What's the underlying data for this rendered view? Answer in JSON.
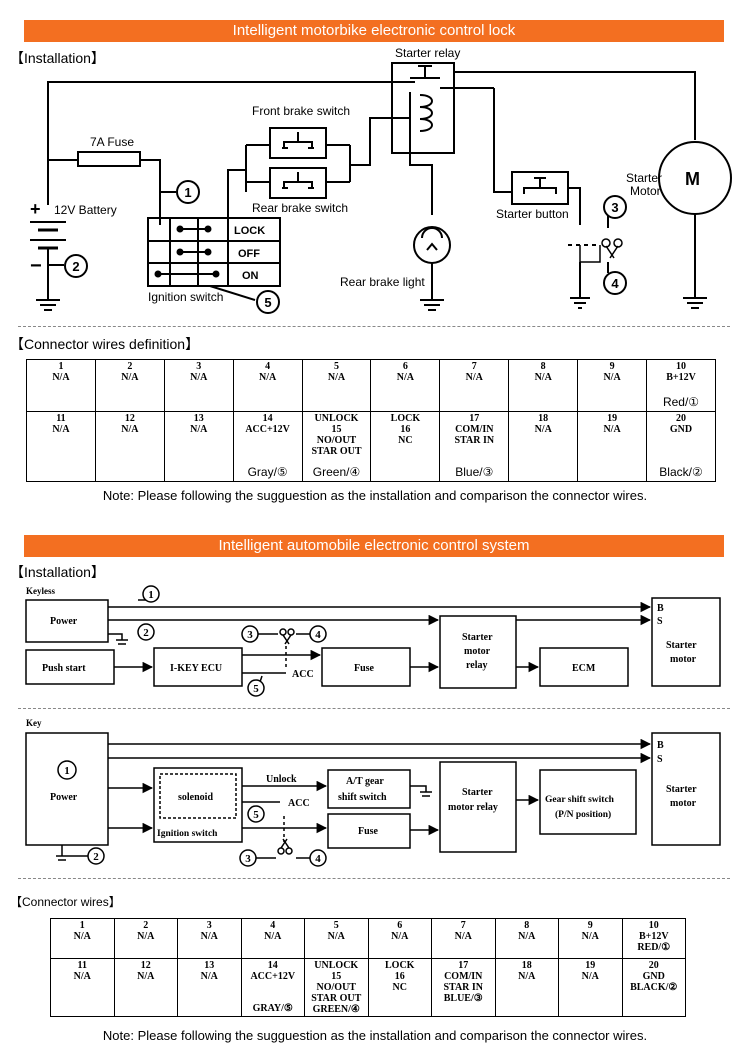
{
  "colors": {
    "banner": "#f36f21",
    "line": "#000000"
  },
  "moto": {
    "title": "Intelligent motorbike electronic control lock",
    "installation": "【Installation】",
    "labels": {
      "starter_relay": "Starter relay",
      "fuse": "7A Fuse",
      "battery": "12V Battery",
      "plus": "+",
      "minus": "−",
      "front_brake": "Front brake switch",
      "rear_brake": "Rear brake switch",
      "starter_button": "Starter button",
      "starter_motor_1": "Starter",
      "starter_motor_2": "Motor",
      "motor_m": "M",
      "rear_brake_light": "Rear brake light",
      "ignition_switch": "Ignition switch",
      "lock": "LOCK",
      "off": "OFF",
      "on": "ON"
    },
    "markers": {
      "m1": "1",
      "m2": "2",
      "m3": "3",
      "m4": "4",
      "m5": "5"
    },
    "wires_heading": "【Connector wires definition】",
    "table": [
      [
        {
          "l": [
            "1",
            "N/A"
          ]
        },
        {
          "l": [
            "2",
            "N/A"
          ]
        },
        {
          "l": [
            "3",
            "N/A"
          ]
        },
        {
          "l": [
            "4",
            "N/A"
          ]
        },
        {
          "l": [
            "5",
            "N/A"
          ]
        },
        {
          "l": [
            "6",
            "N/A"
          ]
        },
        {
          "l": [
            "7",
            "N/A"
          ]
        },
        {
          "l": [
            "8",
            "N/A"
          ]
        },
        {
          "l": [
            "9",
            "N/A"
          ]
        },
        {
          "l": [
            "10",
            "B+12V"
          ],
          "c": "Red/①"
        }
      ],
      [
        {
          "l": [
            "11",
            "N/A"
          ]
        },
        {
          "l": [
            "12",
            "N/A"
          ]
        },
        {
          "l": [
            "13",
            "N/A"
          ]
        },
        {
          "l": [
            "14",
            "ACC+12V"
          ],
          "c": "Gray/⑤"
        },
        {
          "l": [
            "UNLOCK",
            "15",
            "NO/OUT",
            "STAR OUT"
          ],
          "c": "Green/④"
        },
        {
          "l": [
            "LOCK",
            "16",
            "NC"
          ]
        },
        {
          "l": [
            "17",
            "COM/IN",
            "STAR IN"
          ],
          "c": "Blue/③"
        },
        {
          "l": [
            "18",
            "N/A"
          ]
        },
        {
          "l": [
            "19",
            "N/A"
          ]
        },
        {
          "l": [
            "20",
            "GND"
          ],
          "c": "Black/②"
        }
      ]
    ],
    "note": "Note: Please following the sugguestion as the installation and comparison the connector wires."
  },
  "auto": {
    "title": "Intelligent automobile electronic control system",
    "installation": "【Installation】",
    "keyless": {
      "label": "Keyless",
      "power": "Power",
      "push_start": "Push start",
      "ikey_ecu": "I-KEY ECU",
      "acc": "ACC",
      "fuse": "Fuse",
      "relay_1": "Starter",
      "relay_2": "motor",
      "relay_3": "relay",
      "ecm": "ECM",
      "b": "B",
      "s": "S",
      "motor_1": "Starter",
      "motor_2": "motor"
    },
    "key": {
      "label": "Key",
      "power": "Power",
      "solenoid": "solenoid",
      "ignition_switch": "Ignition switch",
      "unlock": "Unlock",
      "acc": "ACC",
      "at_gear_1": "A/T gear",
      "at_gear_2": "shift switch",
      "fuse": "Fuse",
      "relay_1": "Starter",
      "relay_2": "motor relay",
      "gear_shift_1": "Gear shift switch",
      "gear_shift_2": "(P/N position)",
      "b": "B",
      "s": "S",
      "motor_1": "Starter",
      "motor_2": "motor"
    },
    "markers": {
      "m1": "1",
      "m2": "2",
      "m3": "3",
      "m4": "4",
      "m5": "5"
    },
    "wires_heading": "【Connector wires】",
    "table": [
      [
        {
          "l": [
            "1",
            "N/A"
          ]
        },
        {
          "l": [
            "2",
            "N/A"
          ]
        },
        {
          "l": [
            "3",
            "N/A"
          ]
        },
        {
          "l": [
            "4",
            "N/A"
          ]
        },
        {
          "l": [
            "5",
            "N/A"
          ]
        },
        {
          "l": [
            "6",
            "N/A"
          ]
        },
        {
          "l": [
            "7",
            "N/A"
          ]
        },
        {
          "l": [
            "8",
            "N/A"
          ]
        },
        {
          "l": [
            "9",
            "N/A"
          ]
        },
        {
          "l": [
            "10",
            "B+12V",
            "RED/①"
          ]
        }
      ],
      [
        {
          "l": [
            "11",
            "N/A"
          ]
        },
        {
          "l": [
            "12",
            "N/A"
          ]
        },
        {
          "l": [
            "13",
            "N/A"
          ]
        },
        {
          "l": [
            "14",
            "ACC+12V"
          ],
          "c": "GRAY/⑤"
        },
        {
          "l": [
            "UNLOCK",
            "15",
            "NO/OUT",
            "STAR OUT",
            "GREEN/④"
          ]
        },
        {
          "l": [
            "LOCK",
            "16",
            "NC"
          ]
        },
        {
          "l": [
            "17",
            "COM/IN",
            "STAR IN",
            "BLUE/③"
          ]
        },
        {
          "l": [
            "18",
            "N/A"
          ]
        },
        {
          "l": [
            "19",
            "N/A"
          ]
        },
        {
          "l": [
            "20",
            "GND",
            "BLACK/②"
          ]
        }
      ]
    ],
    "note": "Note: Please following the sugguestion as the installation and comparison the connector wires."
  }
}
